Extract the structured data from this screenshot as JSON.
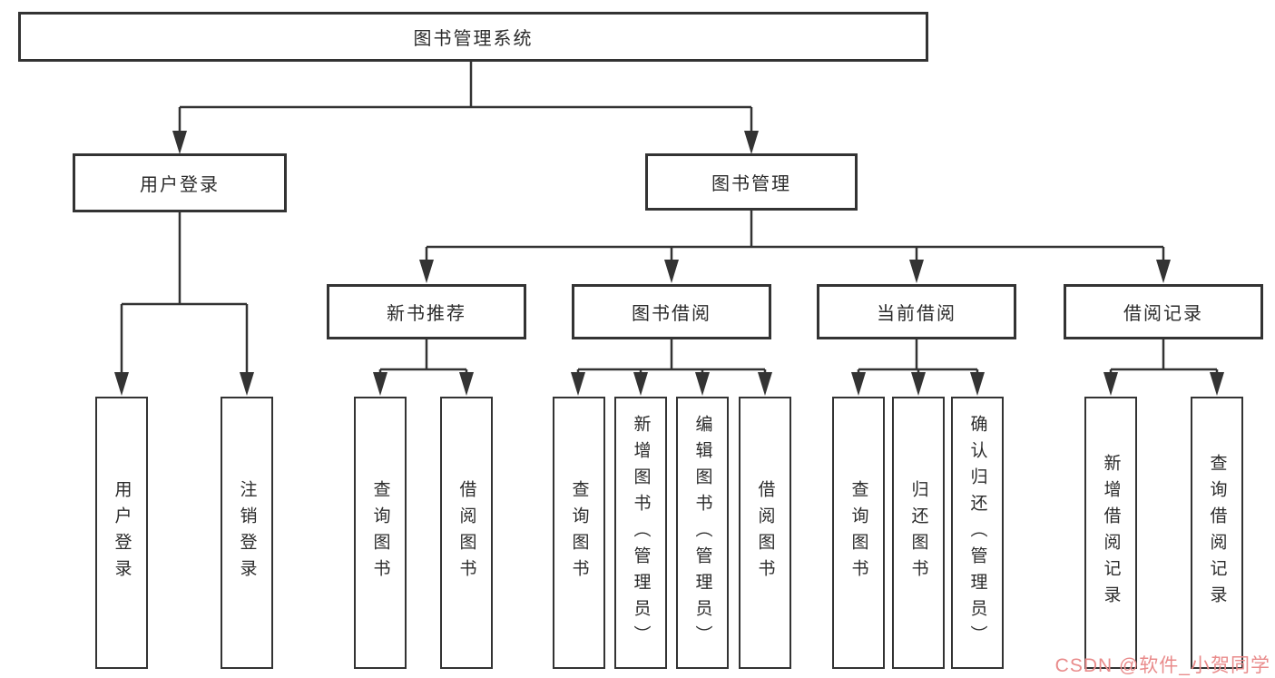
{
  "diagram_title": "图书管理系统",
  "colors": {
    "line": "#333333",
    "box_border": "#333333",
    "box_background": "#ffffff",
    "text": "#2b2b2b",
    "watermark": "#e98b8b"
  },
  "tree": {
    "root": {
      "label": "图书管理系统"
    },
    "branches": [
      {
        "label": "用户登录",
        "children": [
          {
            "label": "用户登录"
          },
          {
            "label": "注销登录"
          }
        ]
      },
      {
        "label": "图书管理",
        "children": [
          {
            "label": "新书推荐",
            "children": [
              {
                "label": "查询图书"
              },
              {
                "label": "借阅图书"
              }
            ]
          },
          {
            "label": "图书借阅",
            "children": [
              {
                "label": "查询图书"
              },
              {
                "label": "新增图书（管理员）"
              },
              {
                "label": "编辑图书（管理员）"
              },
              {
                "label": "借阅图书"
              }
            ]
          },
          {
            "label": "当前借阅",
            "children": [
              {
                "label": "查询图书"
              },
              {
                "label": "归还图书"
              },
              {
                "label": "确认归还（管理员）"
              }
            ]
          },
          {
            "label": "借阅记录",
            "children": [
              {
                "label": "新增借阅记录"
              },
              {
                "label": "查询借阅记录"
              }
            ]
          }
        ]
      }
    ]
  },
  "watermark": {
    "text": "CSDN @软件_小贺同学",
    "color": "#e98b8b"
  }
}
